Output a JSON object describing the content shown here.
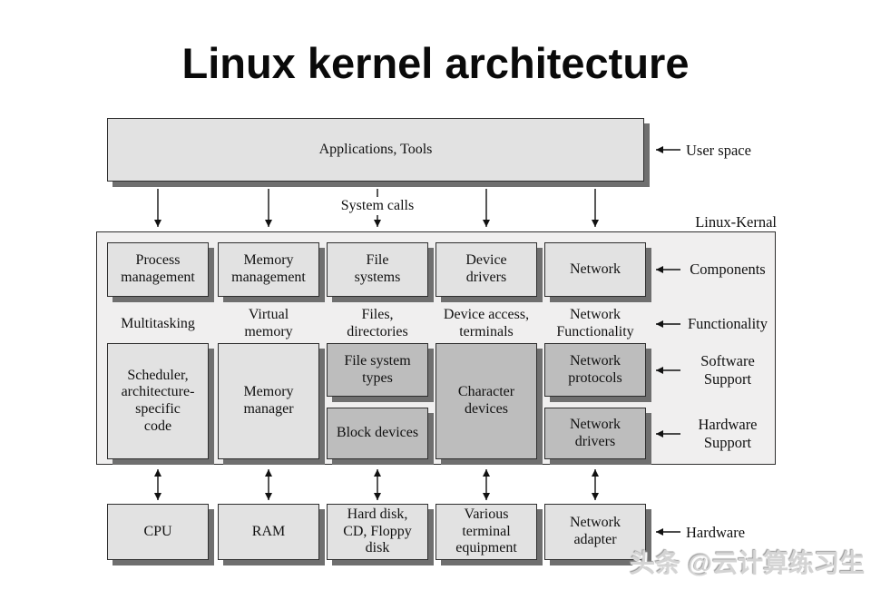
{
  "title": "Linux kernel architecture",
  "user_space": {
    "box_label": "Applications, Tools",
    "label": "User space"
  },
  "system_calls": "System calls",
  "kernel": {
    "label": "Linux-Kernal",
    "components": {
      "label": "Components",
      "boxes": [
        "Process\nmanagement",
        "Memory\nmanagement",
        "File\nsystems",
        "Device\ndrivers",
        "Network"
      ]
    },
    "functionality": {
      "label": "Functionality",
      "items": [
        "Multitasking",
        "Virtual\nmemory",
        "Files,\ndirectories",
        "Device access,\nterminals",
        "Network\nFunctionality"
      ]
    },
    "software_support": {
      "label": "Software\nSupport",
      "boxes": [
        "Scheduler,\narchitecture-\nspecific\ncode",
        "Memory\nmanager",
        "File system\ntypes",
        "Character\ndevices",
        "Network\nprotocols"
      ]
    },
    "hardware_support": {
      "label": "Hardware\nSupport",
      "boxes": [
        "Block devices",
        "Network\ndrivers"
      ]
    }
  },
  "hardware": {
    "label": "Hardware",
    "boxes": [
      "CPU",
      "RAM",
      "Hard disk,\nCD, Floppy\ndisk",
      "Various\nterminal\nequipment",
      "Network\nadapter"
    ]
  },
  "watermark": "头条 @云计算练习生",
  "colors": {
    "box_light": "#e2e2e2",
    "box_dark": "#bdbdbd",
    "kernel_bg": "#f0efef",
    "shadow": "#6f6f6f",
    "arrow": "#111111",
    "border": "#2e2e2e",
    "title_color": "#0a0a0a",
    "watermark_color": "#d4d4d4"
  }
}
